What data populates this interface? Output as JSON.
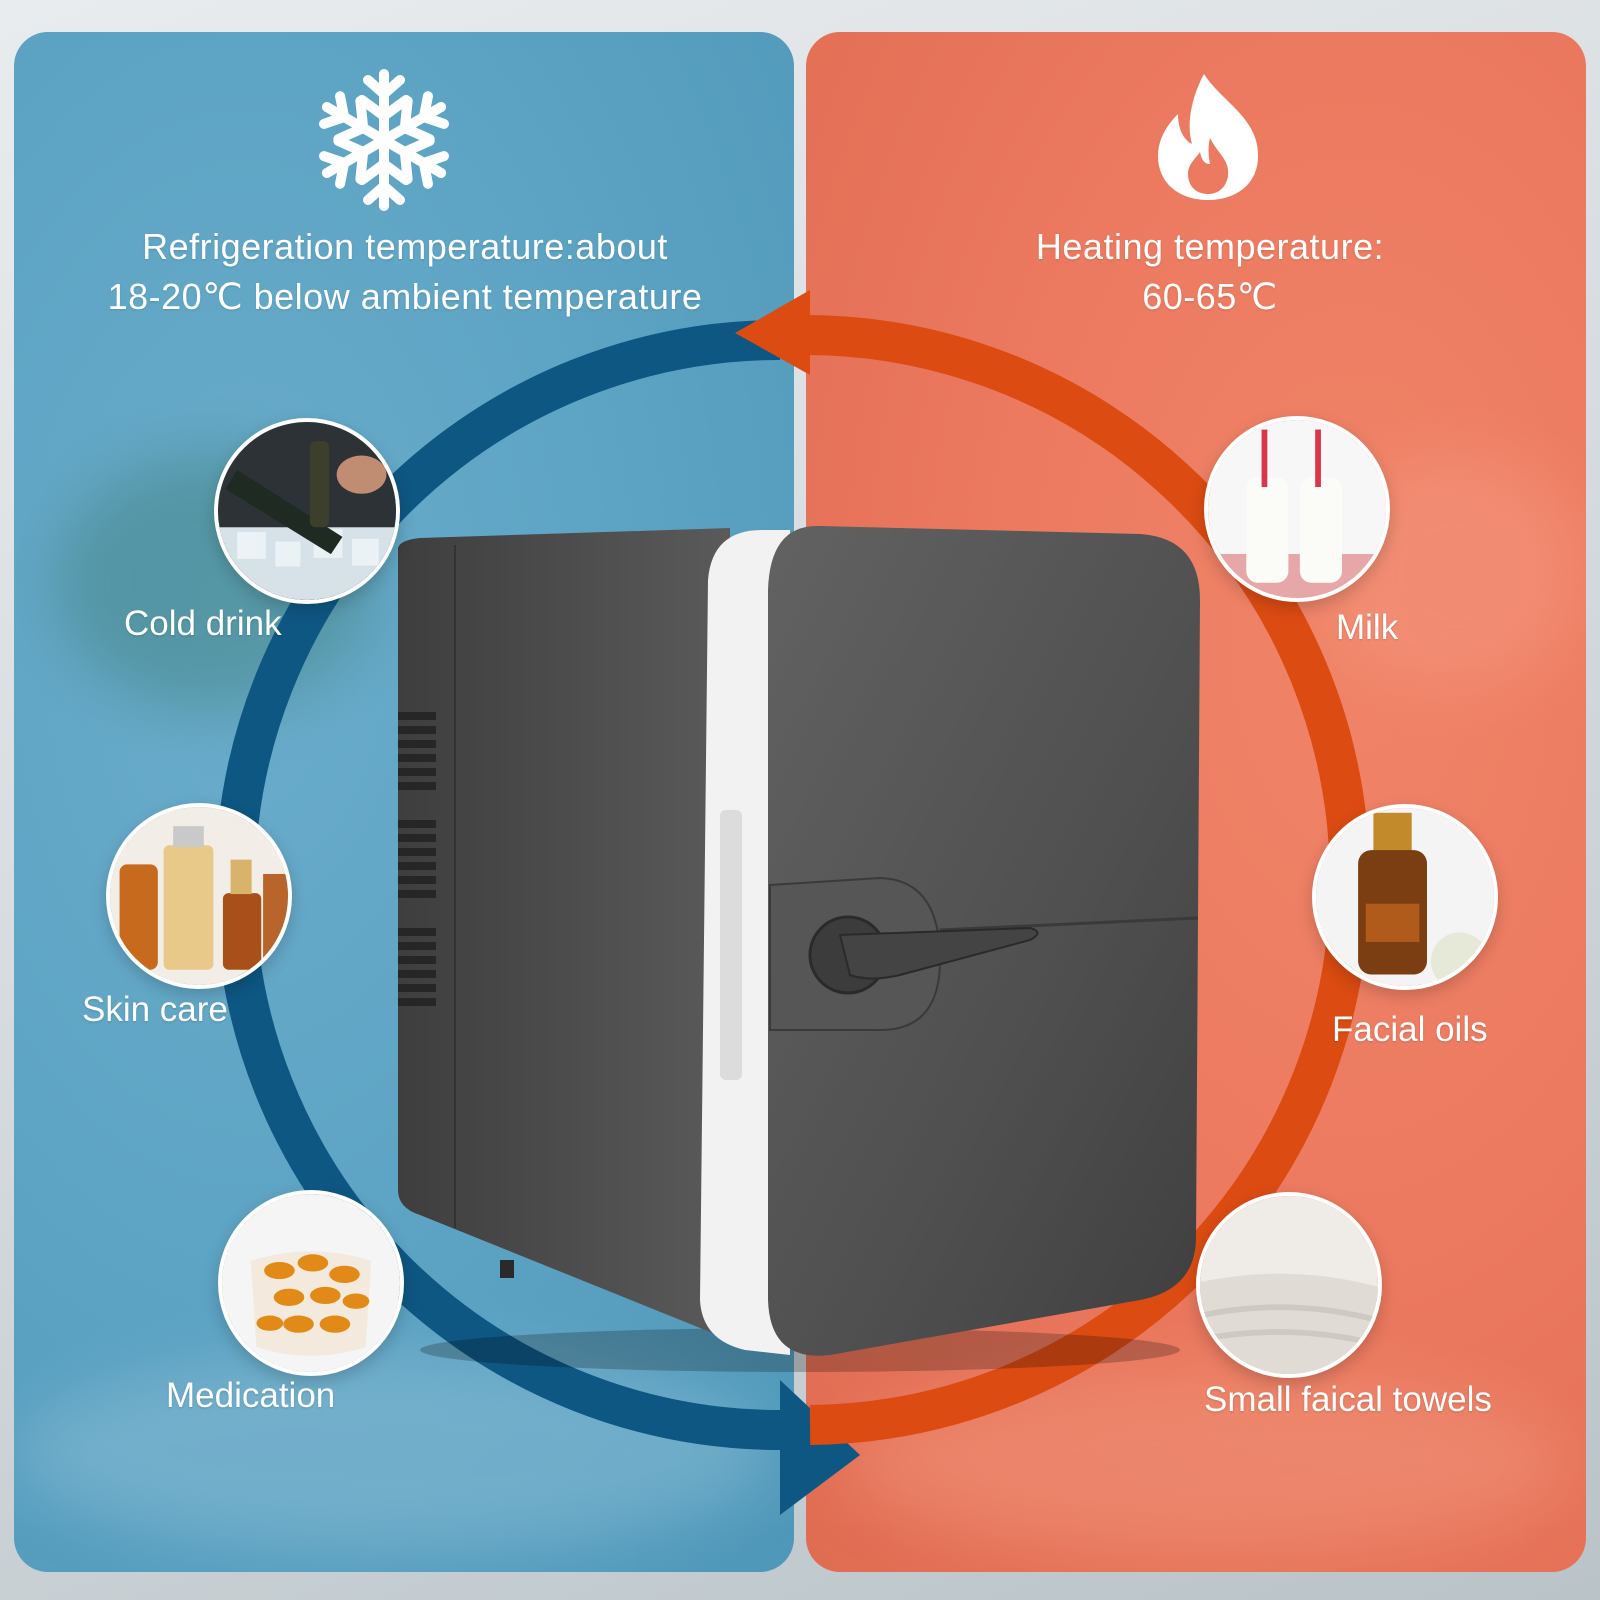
{
  "cold": {
    "title_line1": "Refrigeration temperature:about",
    "title_line2": "18-20℃ below ambient temperature",
    "icon": "snowflake-icon",
    "color": "#5ea4c4",
    "arrow_color": "#0e5783",
    "items": [
      {
        "label": "Cold drink",
        "icon": "cold-drink-photo"
      },
      {
        "label": "Skin care",
        "icon": "skin-care-photo"
      },
      {
        "label": "Medication",
        "icon": "medication-photo"
      }
    ]
  },
  "hot": {
    "title_line1": "Heating temperature:",
    "title_line2": "60-65℃",
    "icon": "flame-icon",
    "color": "#ec7a60",
    "arrow_color": "#db4b12",
    "items": [
      {
        "label": "Milk",
        "icon": "milk-photo"
      },
      {
        "label": "Facial oils",
        "icon": "facial-oil-photo"
      },
      {
        "label": "Small faical towels",
        "icon": "towel-photo"
      }
    ]
  },
  "product": {
    "icon": "mini-fridge-icon",
    "body_color": "#4f4f4f",
    "trim_color": "#f2f2f2"
  }
}
